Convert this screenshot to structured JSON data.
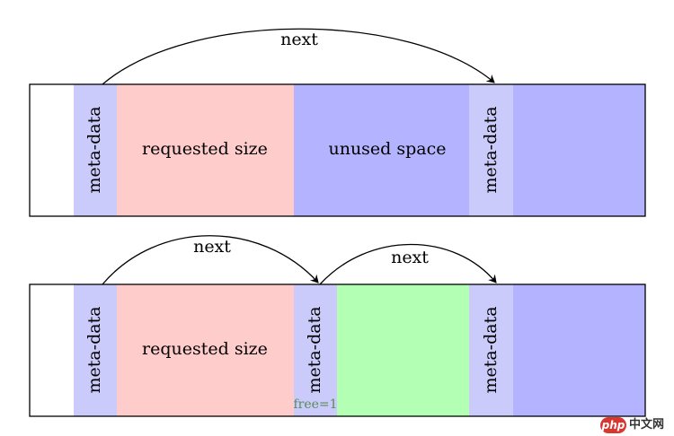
{
  "colors": {
    "meta": "#cbcbfb",
    "requested": "#ffcccc",
    "unused": "#b3b3ff",
    "free": "#b3ffb3",
    "white": "#ffffff",
    "free_flag_text": "#5a8a5a"
  },
  "rows": [
    {
      "arrows": [
        {
          "label": "next"
        }
      ],
      "blocks": [
        {
          "kind": "empty",
          "text": ""
        },
        {
          "kind": "meta",
          "text": "meta-data",
          "vertical": true
        },
        {
          "kind": "requested",
          "text": "requested size",
          "vertical": false
        },
        {
          "kind": "unused",
          "text": "unused space",
          "vertical": false
        },
        {
          "kind": "meta",
          "text": "meta-data",
          "vertical": true
        },
        {
          "kind": "unused",
          "text": ""
        }
      ]
    },
    {
      "arrows": [
        {
          "label": "next"
        },
        {
          "label": "next"
        }
      ],
      "blocks": [
        {
          "kind": "empty",
          "text": ""
        },
        {
          "kind": "meta",
          "text": "meta-data",
          "vertical": true
        },
        {
          "kind": "requested",
          "text": "requested size",
          "vertical": false
        },
        {
          "kind": "meta",
          "text": "meta-data",
          "vertical": true,
          "note": "free=1"
        },
        {
          "kind": "free",
          "text": ""
        },
        {
          "kind": "meta",
          "text": "meta-data",
          "vertical": true
        },
        {
          "kind": "unused",
          "text": ""
        }
      ]
    }
  ],
  "watermark": {
    "logo": "php",
    "text": "中文网"
  }
}
